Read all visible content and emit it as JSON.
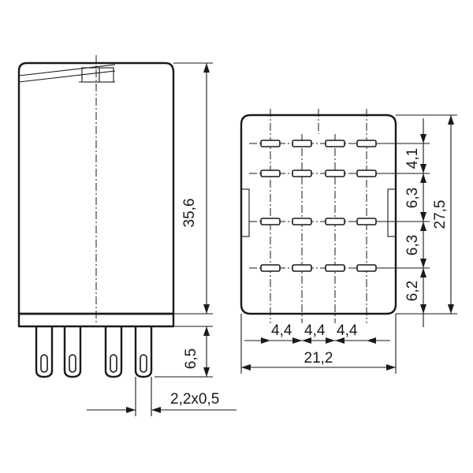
{
  "side_view": {
    "height_dim": "35,6",
    "pin_length_dim": "6,5",
    "pin_section_dim": "2,2x0,5"
  },
  "bottom_view": {
    "pitch_x": [
      "4,4",
      "4,4",
      "4,4"
    ],
    "width_dim": "21,2",
    "height_dim": "27,5",
    "pitch_y": [
      "4,1",
      "6,3",
      "6,3",
      "6,2"
    ]
  },
  "colors": {
    "ink": "#1a1a1a",
    "background": "#ffffff"
  }
}
